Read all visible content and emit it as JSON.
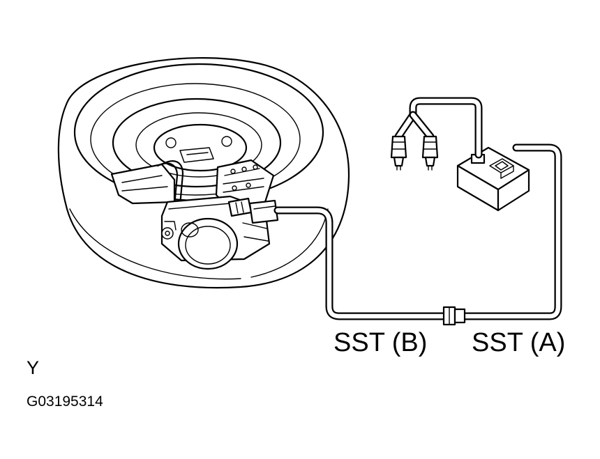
{
  "labels": {
    "sst_b": "SST (B)",
    "sst_a": "SST (A)",
    "view": "Y",
    "figure_code": "G03195314"
  },
  "parts": {
    "spare_tire": "tire-icon",
    "airbag_module": "airbag-module-icon",
    "tester_box": "tester-box-icon",
    "lead_plugs": "plug-icon",
    "connector": "connector-icon"
  },
  "colors": {
    "line": "#000000",
    "background": "#ffffff"
  }
}
